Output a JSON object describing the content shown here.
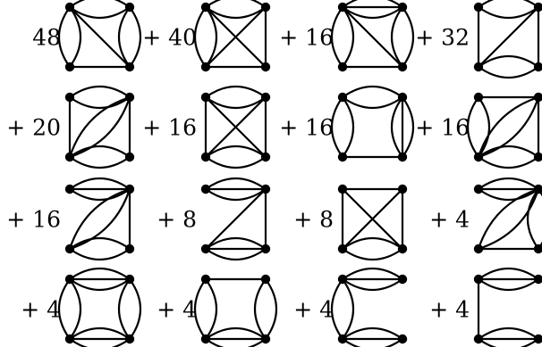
{
  "terms": [
    {
      "coefficient": "48",
      "edges": [
        [
          "tl",
          "tr",
          2
        ],
        [
          "tl",
          "bl",
          2
        ],
        [
          "tr",
          "br",
          2
        ],
        [
          "bl",
          "br",
          1
        ],
        [
          "tl",
          "br",
          1
        ]
      ]
    },
    {
      "coefficient": "+ 40",
      "edges": [
        [
          "tl",
          "tr",
          2
        ],
        [
          "tl",
          "bl",
          2
        ],
        [
          "tr",
          "br",
          1
        ],
        [
          "bl",
          "br",
          1
        ],
        [
          "tl",
          "br",
          1
        ],
        [
          "tr",
          "bl",
          1
        ]
      ]
    },
    {
      "coefficient": "+ 16",
      "edges": [
        [
          "tl",
          "tr",
          3
        ],
        [
          "tl",
          "bl",
          2
        ],
        [
          "tr",
          "br",
          2
        ],
        [
          "bl",
          "br",
          1
        ],
        [
          "tl",
          "br",
          1
        ]
      ]
    },
    {
      "coefficient": "+ 32",
      "edges": [
        [
          "tl",
          "tr",
          2
        ],
        [
          "tl",
          "bl",
          1
        ],
        [
          "tr",
          "br",
          1
        ],
        [
          "bl",
          "br",
          2
        ],
        [
          "tr",
          "bl",
          1
        ]
      ]
    },
    {
      "coefficient": "+ 20",
      "edges": [
        [
          "tl",
          "tr",
          2
        ],
        [
          "tl",
          "bl",
          1
        ],
        [
          "tr",
          "br",
          1
        ],
        [
          "bl",
          "br",
          2
        ],
        [
          "tr",
          "bl",
          2
        ]
      ]
    },
    {
      "coefficient": "+ 16",
      "edges": [
        [
          "tl",
          "tr",
          2
        ],
        [
          "tl",
          "bl",
          1
        ],
        [
          "tr",
          "br",
          1
        ],
        [
          "bl",
          "br",
          2
        ],
        [
          "tl",
          "br",
          1
        ],
        [
          "tr",
          "bl",
          1
        ]
      ]
    },
    {
      "coefficient": "+ 16",
      "edges": [
        [
          "tl",
          "tr",
          2
        ],
        [
          "tl",
          "bl",
          2
        ],
        [
          "tr",
          "br",
          3
        ],
        [
          "bl",
          "br",
          1
        ]
      ]
    },
    {
      "coefficient": "+ 16",
      "edges": [
        [
          "tl",
          "tr",
          1
        ],
        [
          "tl",
          "bl",
          2
        ],
        [
          "tr",
          "br",
          1
        ],
        [
          "bl",
          "br",
          2
        ],
        [
          "tr",
          "bl",
          2
        ]
      ]
    },
    {
      "coefficient": "+ 16",
      "edges": [
        [
          "tl",
          "tr",
          3
        ],
        [
          "tr",
          "br",
          1
        ],
        [
          "bl",
          "br",
          2
        ],
        [
          "tr",
          "bl",
          2
        ]
      ]
    },
    {
      "coefficient": "+   8",
      "edges": [
        [
          "tl",
          "tr",
          3
        ],
        [
          "tr",
          "br",
          1
        ],
        [
          "bl",
          "br",
          3
        ],
        [
          "tr",
          "bl",
          1
        ]
      ]
    },
    {
      "coefficient": "+   8",
      "edges": [
        [
          "tl",
          "tr",
          1
        ],
        [
          "tl",
          "bl",
          1
        ],
        [
          "tr",
          "br",
          1
        ],
        [
          "bl",
          "br",
          2
        ],
        [
          "tl",
          "br",
          1
        ],
        [
          "tr",
          "bl",
          1
        ]
      ]
    },
    {
      "coefficient": "+   4",
      "edges": [
        [
          "tl",
          "tr",
          3
        ],
        [
          "tr",
          "br",
          2
        ],
        [
          "bl",
          "br",
          1
        ],
        [
          "tr",
          "bl",
          2
        ]
      ]
    },
    {
      "coefficient": "+   4",
      "edges": [
        [
          "tl",
          "tr",
          3
        ],
        [
          "tl",
          "bl",
          2
        ],
        [
          "tr",
          "br",
          2
        ],
        [
          "bl",
          "br",
          3
        ]
      ]
    },
    {
      "coefficient": "+  4",
      "edges": [
        [
          "tl",
          "tr",
          1
        ],
        [
          "tl",
          "bl",
          2
        ],
        [
          "tr",
          "br",
          2
        ],
        [
          "bl",
          "br",
          3
        ]
      ]
    },
    {
      "coefficient": "+  4",
      "edges": [
        [
          "tl",
          "tr",
          3
        ],
        [
          "tl",
          "bl",
          2
        ],
        [
          "bl",
          "br",
          3
        ]
      ]
    },
    {
      "coefficient": "+  4",
      "edges": [
        [
          "tl",
          "tr",
          3
        ],
        [
          "tl",
          "bl",
          1
        ],
        [
          "bl",
          "br",
          3
        ]
      ]
    }
  ]
}
